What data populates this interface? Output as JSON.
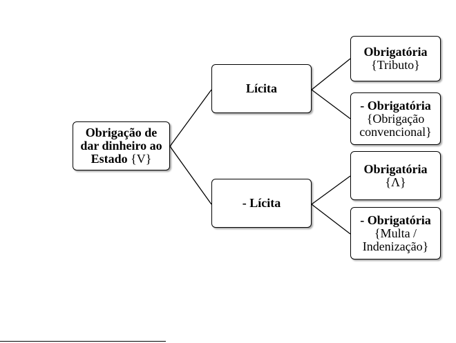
{
  "diagram": {
    "root": {
      "line1": "Obrigação de",
      "line2": "dar dinheiro ao",
      "line3_bold": "Estado",
      "line3_symbol": "{V}"
    },
    "licita": {
      "label": "Lícita"
    },
    "nao_licita": {
      "label": "- Lícita"
    },
    "leaf1": {
      "title": "Obrigatória",
      "body1": "{Tributo}"
    },
    "leaf2": {
      "title": "- Obrigatória",
      "body1": "{Obrigação",
      "body2": "convencional}"
    },
    "leaf3": {
      "title": "Obrigatória",
      "body1": "{Λ}"
    },
    "leaf4": {
      "title": "- Obrigatória",
      "body1": "{Multa /",
      "body2": "Indenização}"
    }
  }
}
